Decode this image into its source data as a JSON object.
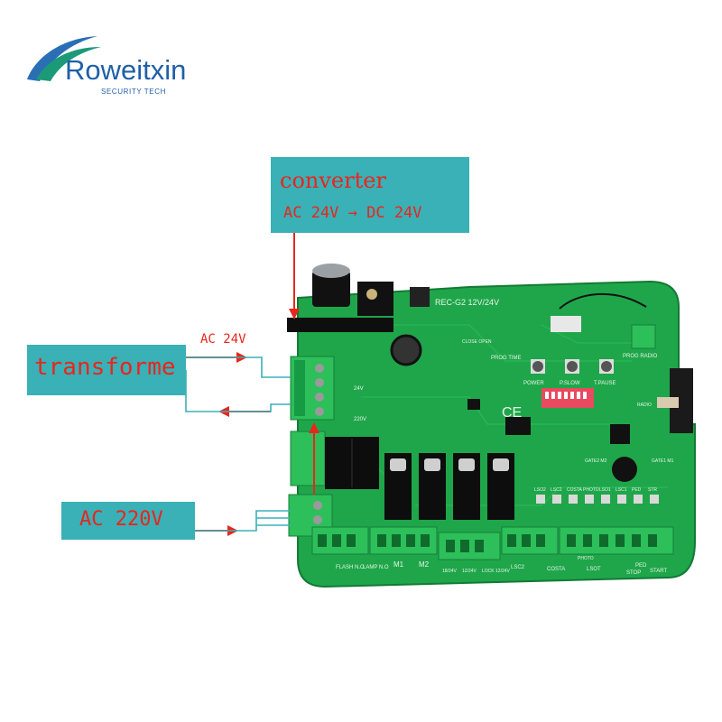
{
  "logo": {
    "brand": "Roweitxin",
    "tagline": "SECURITY TECH",
    "color": "#1f5fa8"
  },
  "annotations": {
    "converter": {
      "title": "converter",
      "detail": "AC 24V → DC 24V"
    },
    "transformer": {
      "label": "transforme"
    },
    "ac24": {
      "label": "AC 24V"
    },
    "ac220": {
      "label": "AC 220V"
    },
    "box_color": "#3ab0b7",
    "text_color": "#e8261d",
    "arrow_color": "#e8261d"
  },
  "board": {
    "model": "REC-G2 12V/24V",
    "pcb_color": "#1fa64a",
    "terminal_color": "#2dbf5a",
    "silkscreen": {
      "voltage_main": "220V",
      "voltage_24": "24V",
      "prog_time": "PROG TIME",
      "power": "POWER",
      "p_slow": "P.SLOW",
      "t_pause": "T.PAUSE",
      "prog_radio": "PROG RADIO",
      "close_open": "CLOSE  OPEN",
      "gate1": "GATE1 M1",
      "gate2": "GATE2 M2",
      "radio": "RADIO",
      "flash": "FLASH N.O",
      "lamp": "LAMP N.O",
      "m1": "M1",
      "m2": "M2",
      "v1824": "18/24V",
      "v1224": "12/24V",
      "lock": "LOCK 12/24V",
      "lsc2": "LSC2",
      "costa": "COSTA",
      "photo": "PHOTO",
      "lsot": "LSOT",
      "ped": "PED",
      "stop": "STOP",
      "start": "START",
      "led_labels": [
        "LSO2",
        "LSC2",
        "COSTA",
        "PHOTO",
        "LSO1",
        "LSC1",
        "PED",
        "STR"
      ]
    }
  }
}
